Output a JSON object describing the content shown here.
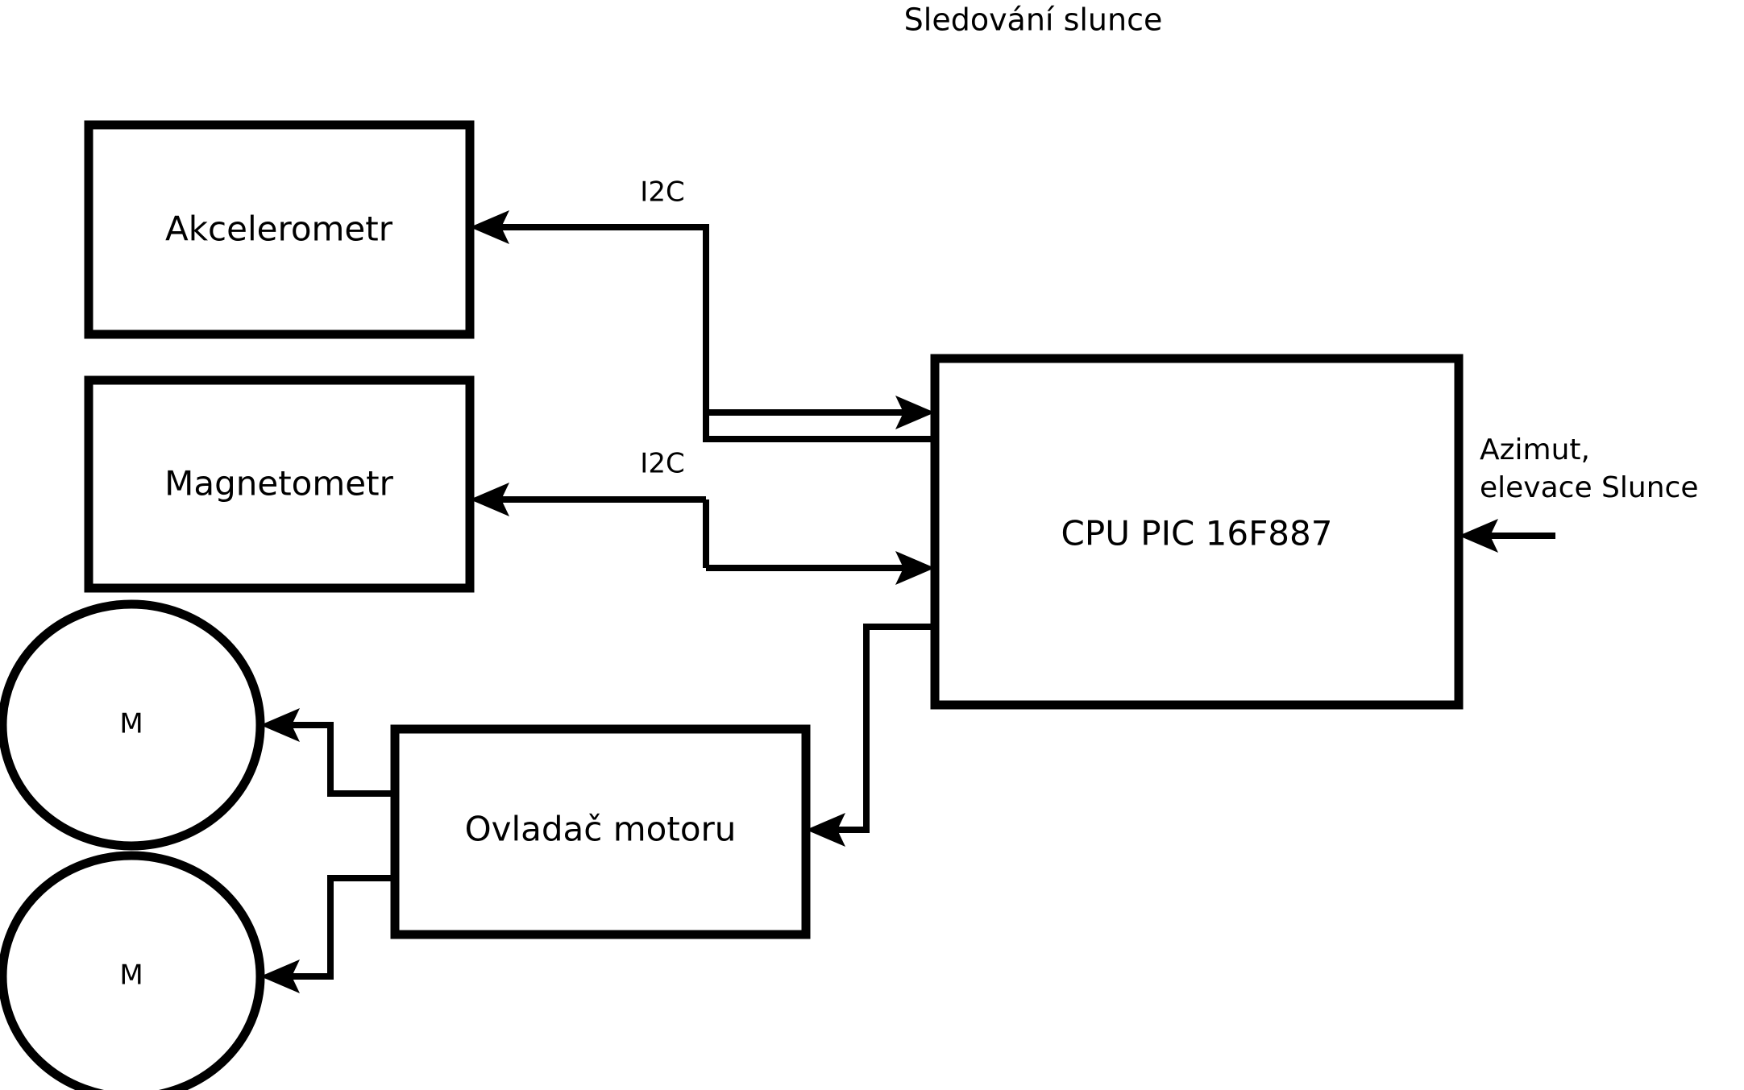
{
  "diagram": {
    "title": "Sledování slunce",
    "type": "block-diagram",
    "background_color": "#ffffff",
    "line_color": "#000000",
    "nodes": [
      {
        "id": "akcelerometr",
        "label": "Akcelerometr",
        "shape": "rectangle"
      },
      {
        "id": "magnetometr",
        "label": "Magnetometr",
        "shape": "rectangle"
      },
      {
        "id": "cpu",
        "label": "CPU PIC 16F887",
        "shape": "rectangle"
      },
      {
        "id": "ovladac",
        "label": "Ovladač motoru",
        "shape": "rectangle"
      },
      {
        "id": "motor-top",
        "label": "M",
        "shape": "ellipse"
      },
      {
        "id": "motor-bottom",
        "label": "M",
        "shape": "ellipse"
      }
    ],
    "edges": [
      {
        "id": "cpu-to-akcelerometr",
        "from": "cpu",
        "to": "akcelerometr",
        "label": "I2C",
        "arrow": "to"
      },
      {
        "id": "akcelerometr-to-cpu",
        "from": "akcelerometr",
        "to": "cpu",
        "label": "",
        "arrow": "to"
      },
      {
        "id": "cpu-to-magnetometr",
        "from": "cpu",
        "to": "magnetometr",
        "label": "I2C",
        "arrow": "to"
      },
      {
        "id": "magnetometr-to-cpu",
        "from": "magnetometr",
        "to": "cpu",
        "label": "",
        "arrow": "to"
      },
      {
        "id": "cpu-to-ovladac",
        "from": "cpu",
        "to": "ovladac",
        "label": "",
        "arrow": "to"
      },
      {
        "id": "ovladac-to-motor-top",
        "from": "ovladac",
        "to": "motor-top",
        "label": "",
        "arrow": "to"
      },
      {
        "id": "ovladac-to-motor-bottom",
        "from": "ovladac",
        "to": "motor-bottom",
        "label": "",
        "arrow": "to"
      }
    ],
    "external_input": {
      "target": "cpu",
      "label_line1": "Azimut,",
      "label_line2": "elevace Slunce"
    },
    "edge_labels": {
      "i2c_top": "I2C",
      "i2c_bottom": "I2C"
    }
  }
}
